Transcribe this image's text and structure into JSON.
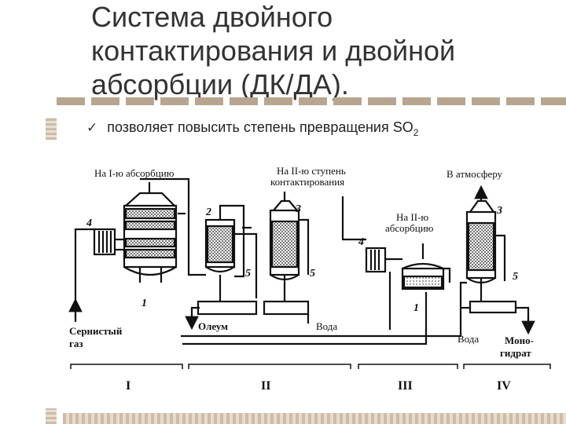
{
  "title": [
    "Система двойного",
    "контактирования и двойной",
    "абсорбции (ДК/ДА)."
  ],
  "bullet": {
    "icon": "checkmark-icon",
    "text": "позволяет повысить степень превращения SO",
    "subscript": "2"
  },
  "diagram": {
    "labels": {
      "to_first_absorption": "На I-ю абсорбцию",
      "to_second_stage": "На II-ю ступень",
      "to_second_stage_2": "контактирования",
      "to_atmosphere": "В атмосферу",
      "to_second_absorption": "На II-ю",
      "to_second_absorption_2": "абсорбцию",
      "sulfur_gas": "Сернистый",
      "sulfur_gas_2": "газ",
      "oleum": "Олеум",
      "water_1": "Вода",
      "water_2": "Вода",
      "monohydrate": "Моно-",
      "monohydrate_2": "гидрат"
    },
    "numbers": {
      "n4a": "4",
      "n1a": "1",
      "n2": "2",
      "n5a": "5",
      "n3a": "3",
      "n5b": "5",
      "n4b": "4",
      "n1b": "1",
      "n3b": "3",
      "n5c": "5"
    },
    "sections": [
      "I",
      "II",
      "III",
      "IV"
    ]
  },
  "colors": {
    "title": "#333333",
    "line": "#111111",
    "decor": "#b8a58f"
  }
}
